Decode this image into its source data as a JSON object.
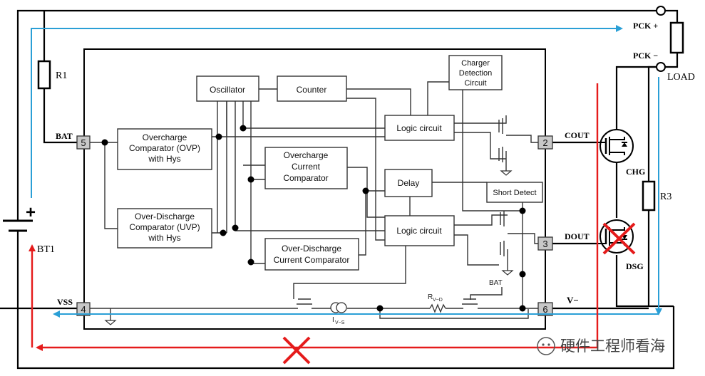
{
  "blocks": {
    "oscillator": "Oscillator",
    "counter": "Counter",
    "charger_detection": [
      "Charger",
      "Detection",
      "Circuit"
    ],
    "logic_top": "Logic circuit",
    "logic_bottom": "Logic circuit",
    "ovp": [
      "Overcharge",
      "Comparator (OVP)",
      "with Hys"
    ],
    "uvp": [
      "Over-Discharge",
      "Comparator (UVP)",
      "with Hys"
    ],
    "oc_comp": [
      "Overcharge",
      "Current",
      "Comparator"
    ],
    "od_comp": [
      "Over-Discharge",
      "Current Comparator"
    ],
    "delay": "Delay",
    "short_detect": "Short Detect"
  },
  "pins": {
    "p5": "5",
    "p4": "4",
    "p2": "2",
    "p3": "3",
    "p6": "6",
    "bat": "BAT",
    "vss": "VSS",
    "cout": "COUT",
    "dout": "DOUT",
    "vminus": "V−"
  },
  "components": {
    "r1": "R1",
    "r3": "R3",
    "bt1": "BT1",
    "plus": "+",
    "pck_plus": "PCK +",
    "pck_minus": "PCK −",
    "load": "LOAD",
    "chg": "CHG",
    "dsg": "DSG",
    "rvd": "R",
    "rvd_sub": "V−D",
    "ivs": "I",
    "ivs_sub": "V−S",
    "bat_small": "BAT"
  },
  "watermark": "硬件工程师看海",
  "colors": {
    "wire": "#000000",
    "charge_path": "#2a9fd6",
    "discharge_path": "#e51b1b",
    "block_stroke": "#333333",
    "pin_fill": "#c8c8c8"
  }
}
